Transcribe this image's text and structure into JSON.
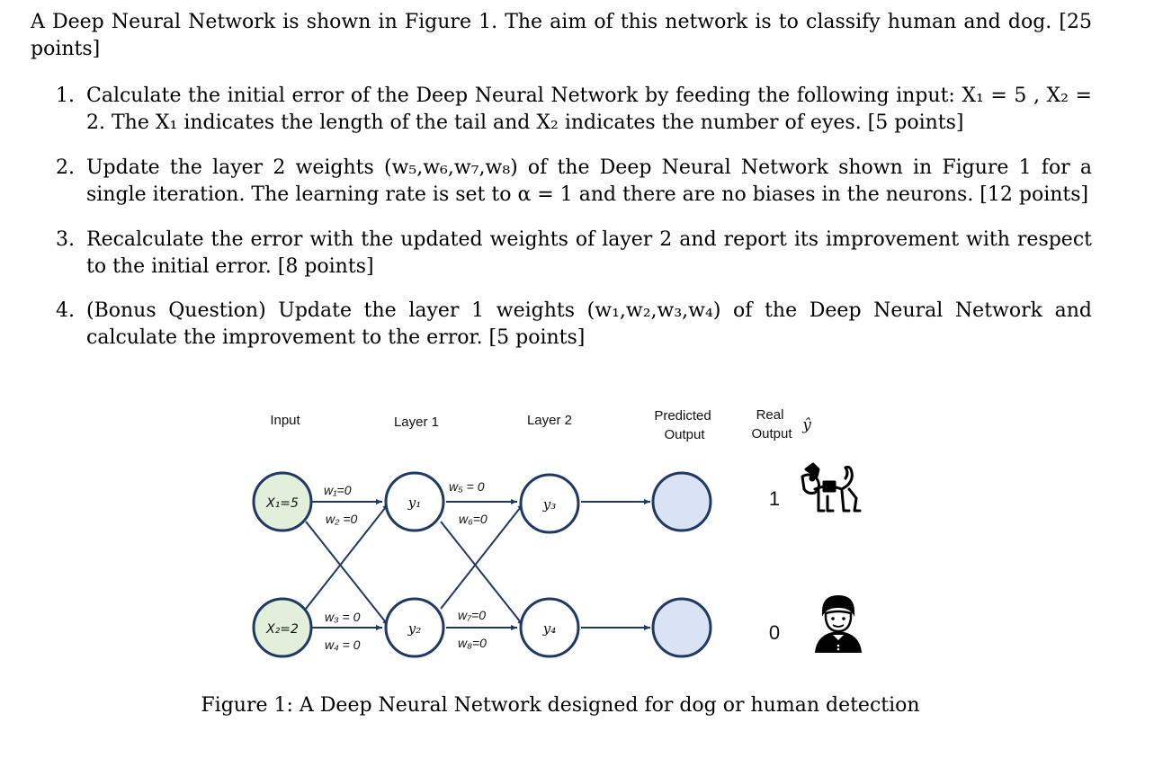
{
  "intro": "A Deep Neural Network is shown in Figure 1. The aim of this network is to classify human and dog. [25 points]",
  "questions": [
    {
      "num": "1.",
      "text": "Calculate the initial error of the Deep Neural Network by feeding the following input: X₁ = 5 , X₂ = 2. The X₁ indicates the length of the tail and X₂ indicates the number of eyes. [5 points]"
    },
    {
      "num": "2.",
      "text": "Update the layer 2 weights (w₅,w₆,w₇,w₈) of the Deep Neural Network shown in Figure 1 for a single iteration. The learning rate is set to α = 1 and there are no biases in the neurons. [12 points]"
    },
    {
      "num": "3.",
      "text": "Recalculate the error with the updated weights of layer 2 and report its improvement with respect to the initial error. [8 points]"
    },
    {
      "num": "4.",
      "text": "(Bonus Question) Update the layer 1 weights (w₁,w₂,w₃,w₄) of the Deep Neural Network and calculate the improvement to the error. [5 points]"
    }
  ],
  "figure": {
    "headers": {
      "input": "Input",
      "layer1": "Layer 1",
      "layer2": "Layer 2",
      "predicted_line1": "Predicted",
      "predicted_line2": "Output",
      "real_line1": "Real",
      "real_line2": "Output",
      "yhat": "ŷ"
    },
    "nodes": {
      "x1": "X₁=5",
      "x2": "X₂=2",
      "y1": "y₁",
      "y2": "y₂",
      "y3": "y₃",
      "y4": "y₄"
    },
    "weights": {
      "w1": "w₁=0",
      "w2": "w₂ =0",
      "w3": "w₃ = 0",
      "w4": "w₄ = 0",
      "w5": "w₅ = 0",
      "w6": "w₆=0",
      "w7": "w₇=0",
      "w8": "w₈=0"
    },
    "real_outputs": [
      "1",
      "0"
    ],
    "icons": [
      "dog-icon",
      "human-icon"
    ],
    "colors": {
      "input_fill": "#e2efda",
      "output_fill": "#dae3f3",
      "stroke": "#1f3864"
    }
  },
  "caption": "Figure 1: A Deep Neural Network designed for dog or human detection"
}
